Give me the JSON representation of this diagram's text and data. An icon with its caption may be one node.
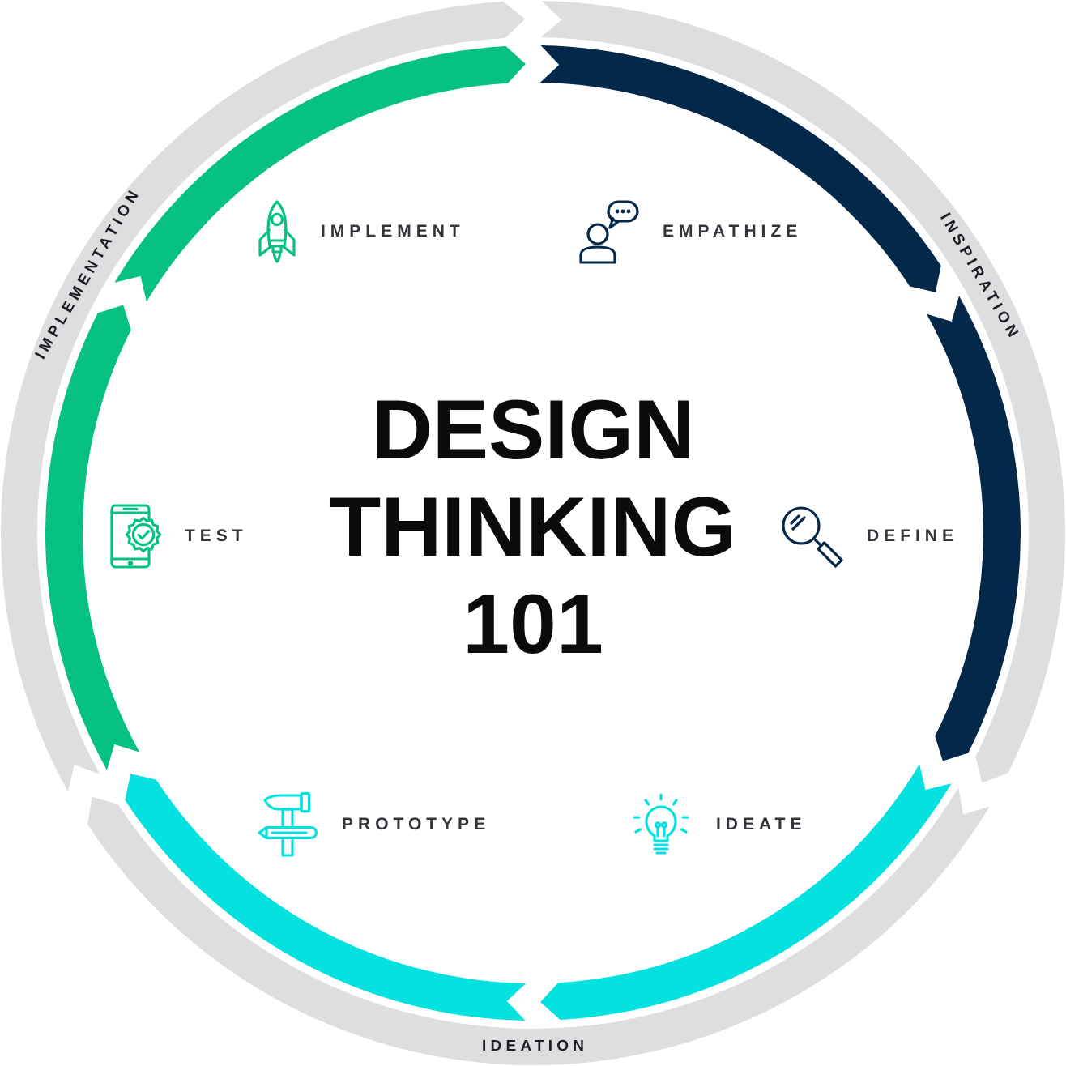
{
  "diagram": {
    "title": "DESIGN THINKING 101",
    "nodes": [
      {
        "text": [
          "INSPIRATION"
        ]
      },
      {
        "text": [
          "IDEATION"
        ]
      },
      {
        "text": [
          "IMPLEMENTATION"
        ]
      },
      {
        "text": [],
        "shape": "arrow"
      },
      {
        "text": [],
        "shape": "arrow"
      },
      {
        "text": [],
        "shape": "arrow"
      },
      {
        "text": [],
        "shape": "arrow"
      },
      {
        "text": [],
        "shape": "arrow"
      },
      {
        "text": [],
        "shape": "arrow"
      },
      {
        "text": [
          "EMPATHIZE"
        ]
      },
      {
        "text": [
          "DEFINE"
        ]
      },
      {
        "text": [
          "IDEATE"
        ]
      },
      {
        "text": [
          "PROTOTYPE"
        ]
      },
      {
        "text": [
          "TEST"
        ]
      },
      {
        "text": [
          "IMPLEMENT"
        ]
      }
    ]
  }
}
